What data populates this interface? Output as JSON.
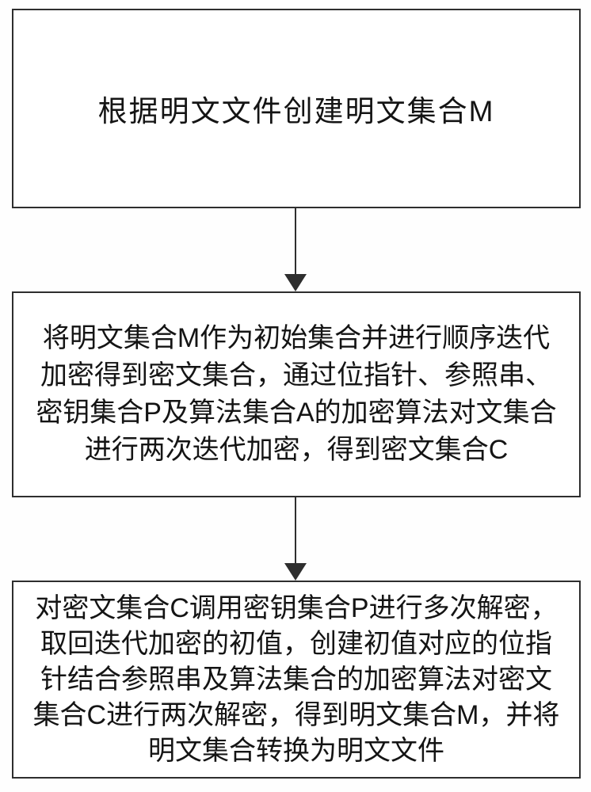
{
  "figure": {
    "type": "flowchart",
    "background_color": "#ffffff",
    "line_color": "#2e2e2e",
    "text_color": "#141414"
  },
  "flowchart": {
    "steps": [
      {
        "id": "step-1",
        "lines": {
          "0": "根据明文文件创建明文集合M"
        }
      },
      {
        "id": "step-2",
        "lines": {
          "0": "将明文集合M作为初始集合并进行顺序迭代",
          "1": "加密得到密文集合，通过位指针、参照串、",
          "2": "密钥集合P及算法集合A的加密算法对文集合",
          "3": "进行两次迭代加密，得到密文集合C"
        }
      },
      {
        "id": "step-3",
        "lines": {
          "0": "对密文集合C调用密钥集合P进行多次解密，",
          "1": "取回迭代加密的初值，创建初值对应的位指",
          "2": "针结合参照串及算法集合的加密算法对密文",
          "3": "集合C进行两次解密，得到明文集合M，并将",
          "4": "明文集合转换为明文文件"
        }
      }
    ],
    "connectors": [
      {
        "from": "step-1",
        "to": "step-2",
        "icon": "arrow-down-icon"
      },
      {
        "from": "step-2",
        "to": "step-3",
        "icon": "arrow-down-icon"
      }
    ]
  }
}
